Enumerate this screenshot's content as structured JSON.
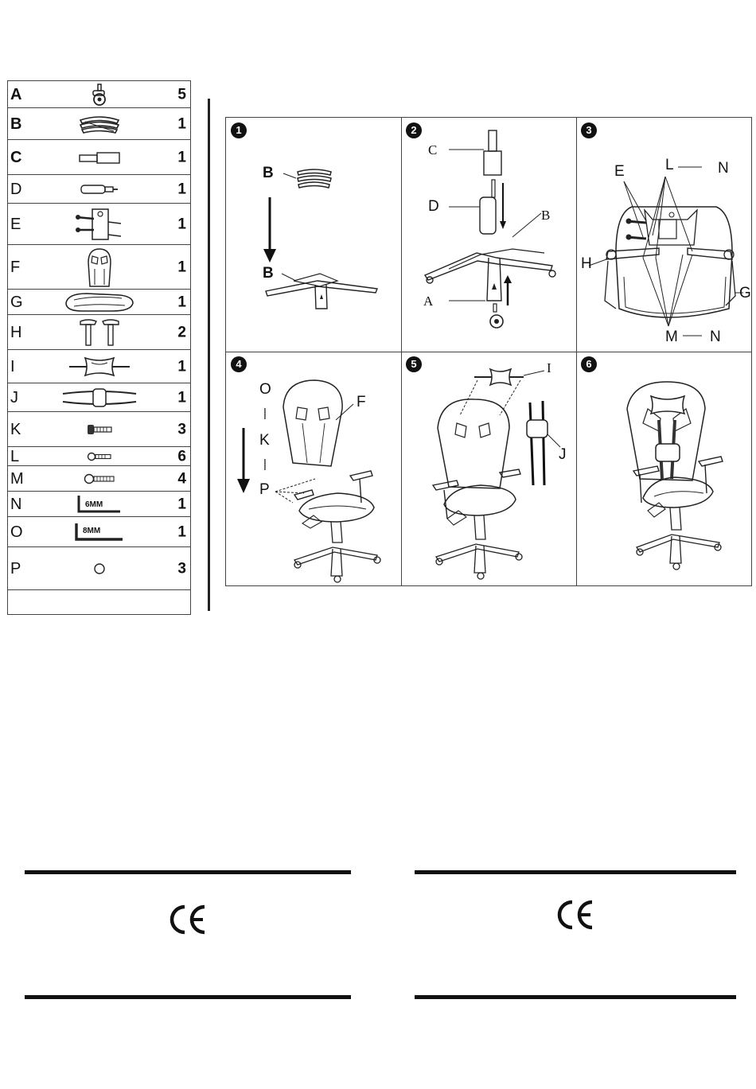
{
  "parts": [
    {
      "letter": "A",
      "qty": "5",
      "icon": "caster-wheel-icon"
    },
    {
      "letter": "B",
      "qty": "1",
      "icon": "tilt-mechanism-icon"
    },
    {
      "letter": "C",
      "qty": "1",
      "icon": "gas-lift-cover-icon"
    },
    {
      "letter": "D",
      "qty": "1",
      "icon": "gas-cylinder-icon"
    },
    {
      "letter": "E",
      "qty": "1",
      "icon": "seat-plate-icon"
    },
    {
      "letter": "F",
      "qty": "1",
      "icon": "backrest-icon"
    },
    {
      "letter": "G",
      "qty": "1",
      "icon": "seat-cushion-icon"
    },
    {
      "letter": "H",
      "qty": "2",
      "icon": "armrest-icon"
    },
    {
      "letter": "I",
      "qty": "1",
      "icon": "head-pillow-icon"
    },
    {
      "letter": "J",
      "qty": "1",
      "icon": "lumbar-pillow-icon"
    },
    {
      "letter": "K",
      "qty": "3",
      "icon": "bolt-k-icon"
    },
    {
      "letter": "L",
      "qty": "6",
      "icon": "bolt-l-icon"
    },
    {
      "letter": "M",
      "qty": "4",
      "icon": "bolt-m-icon"
    },
    {
      "letter": "N",
      "qty": "1",
      "icon": "allen-key-6mm-icon",
      "key_label": "6MM"
    },
    {
      "letter": "O",
      "qty": "1",
      "icon": "allen-key-8mm-icon",
      "key_label": "8MM"
    },
    {
      "letter": "P",
      "qty": "3",
      "icon": "washer-icon"
    }
  ],
  "steps": [
    {
      "number": "1",
      "labels": {
        "b_top": "B",
        "b_bottom": "B"
      }
    },
    {
      "number": "2",
      "labels": {
        "c": "C",
        "d": "D",
        "b": "B",
        "a": "A"
      }
    },
    {
      "number": "3",
      "labels": {
        "e": "E",
        "l": "L",
        "n_top": "N",
        "h": "H",
        "g": "G",
        "m": "M",
        "n_bottom": "N"
      }
    },
    {
      "number": "4",
      "labels": {
        "o": "O",
        "k": "K",
        "p": "P",
        "f": "F",
        "sep1": "|",
        "sep2": "|"
      }
    },
    {
      "number": "5",
      "labels": {
        "i": "I",
        "j": "J"
      }
    },
    {
      "number": "6",
      "labels": {}
    }
  ],
  "ce_marks": [
    {
      "text": "CE"
    },
    {
      "text": "CE"
    }
  ]
}
